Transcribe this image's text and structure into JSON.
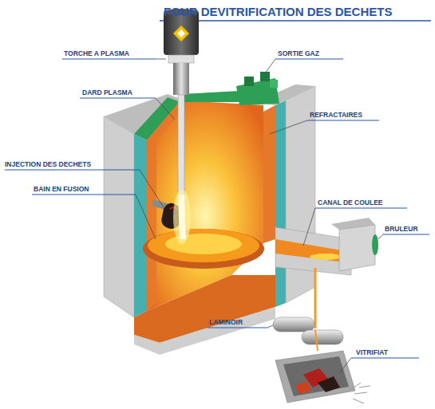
{
  "diagram": {
    "title": "FOUR DEVITRIFICATION DES DECHETS",
    "labels": [
      "TORCHE A PLASMA",
      "SORTIE GAZ",
      "DARD PLASMA",
      "REFRACTAIRES",
      "INJECTION DES DECHETS",
      "BAIN EN FUSION",
      "CANAL DE COULEE",
      "BRULEUR",
      "LAMINOIR",
      "VITRIFIAT"
    ]
  }
}
